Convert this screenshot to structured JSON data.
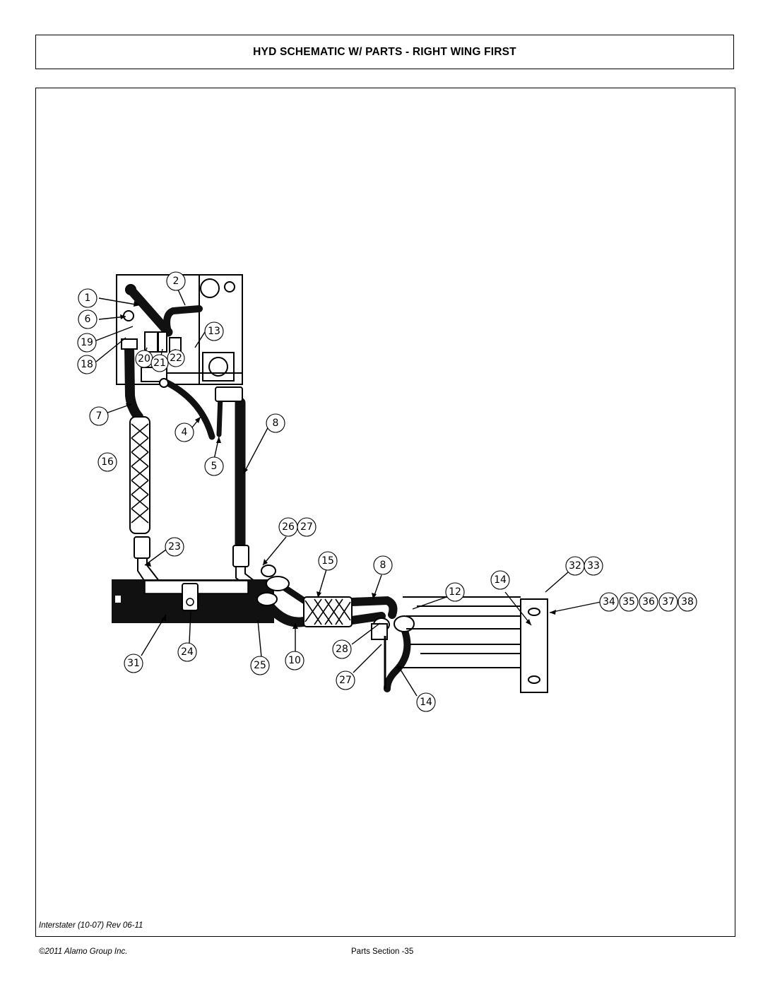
{
  "header": {
    "title": "HYD SCHEMATIC W/ PARTS - RIGHT WING FIRST"
  },
  "callouts": [
    {
      "label": "1"
    },
    {
      "label": "2"
    },
    {
      "label": "6"
    },
    {
      "label": "13"
    },
    {
      "label": "19"
    },
    {
      "label": "18"
    },
    {
      "label": "20"
    },
    {
      "label": "21"
    },
    {
      "label": "22"
    },
    {
      "label": "7"
    },
    {
      "label": "4"
    },
    {
      "label": "8"
    },
    {
      "label": "16"
    },
    {
      "label": "5"
    },
    {
      "label": "26"
    },
    {
      "label": "27"
    },
    {
      "label": "23"
    },
    {
      "label": "15"
    },
    {
      "label": "8"
    },
    {
      "label": "32"
    },
    {
      "label": "33"
    },
    {
      "label": "14"
    },
    {
      "label": "12"
    },
    {
      "label": "34"
    },
    {
      "label": "35"
    },
    {
      "label": "36"
    },
    {
      "label": "37"
    },
    {
      "label": "38"
    },
    {
      "label": "24"
    },
    {
      "label": "28"
    },
    {
      "label": "31"
    },
    {
      "label": "25"
    },
    {
      "label": "10"
    },
    {
      "label": "27"
    },
    {
      "label": "14"
    }
  ],
  "footer": {
    "revision": "Interstater (10-07) Rev 06-11",
    "copyright": "©2011 Alamo Group Inc.",
    "section": "Parts Section -35"
  }
}
